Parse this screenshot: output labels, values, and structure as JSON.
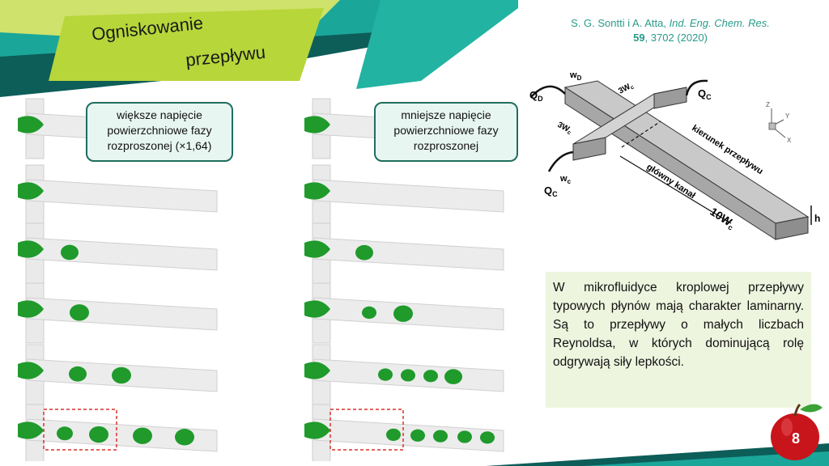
{
  "slide": {
    "title_line1": "Ogniskowanie",
    "title_line2": "przepływu",
    "number": "8"
  },
  "citation": {
    "authors": "S. G. Sontti i A. Atta, ",
    "journal": "Ind. Eng. Chem. Res.",
    "volume": "59",
    "pages_year": ", 3702 (2020)"
  },
  "callouts": {
    "left": "większe napięcie powierzchniowe fazy rozproszonej (×1,64)",
    "right": "mniejsze napięcie powierzchniowe fazy rozproszonej"
  },
  "diagram": {
    "labels": {
      "q_d": "Q",
      "q_d_sub": "D",
      "w_d": "w",
      "w_d_sub": "D",
      "three_wc_top": "3W",
      "three_wc_left": "3W",
      "wc_sub": "c",
      "q_c_top": "Q",
      "q_c_bottom": "Q",
      "q_c_sub": "C",
      "w_c": "w",
      "w_c_sub": "c",
      "flow_direction": "kierunek przepływu",
      "main_channel": "główny kanał",
      "ten_wc": "10W",
      "h": "h",
      "axis_z": "Z",
      "axis_y": "Y",
      "axis_x": "X"
    }
  },
  "info": {
    "text": "W mikrofluidyce kroplowej przepływy typowych płynów mają charakter laminarny. Są to przepływy o małych liczbach Reynoldsa, w których dominującą rolę odgrywają siły lepkości."
  },
  "colors": {
    "teal": "#1aa79a",
    "dark_teal": "#0d5d59",
    "lime": "#b7d63a",
    "droplet_green": "#1f9a2b",
    "highlight_red": "#d9302c",
    "info_bg": "#eef5df",
    "apple_red": "#c8151b"
  }
}
